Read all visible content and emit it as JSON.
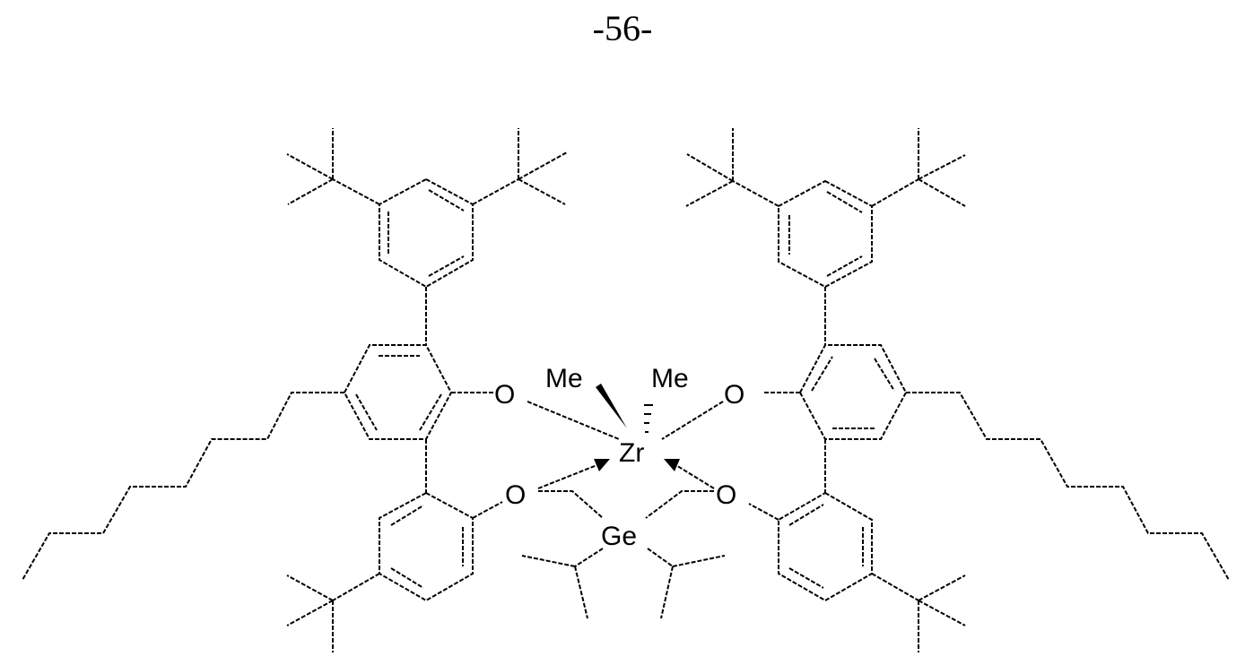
{
  "page": {
    "number_label": "-56-"
  },
  "molecule": {
    "description": "Zirconium dimethyl complex with germanium-bridged bis(phenoxy) biphenyl ligand bearing 3,5-di-tert-butylphenyl, octyl and tert-butyl substituents",
    "atoms": {
      "metal": "Zr",
      "bridge": "Ge",
      "methyl_left": "Me",
      "methyl_right": "Me",
      "oxygen_upper_left": "O",
      "oxygen_upper_right": "O",
      "oxygen_lower_left": "O",
      "oxygen_lower_right": "O"
    },
    "substituents": [
      "tert-butyl",
      "tert-butyl",
      "tert-butyl",
      "tert-butyl",
      "tert-butyl",
      "tert-butyl",
      "n-octyl",
      "n-octyl",
      "isopropyl",
      "isopropyl"
    ],
    "colors": {
      "line": "#000000",
      "background": "#ffffff"
    }
  }
}
